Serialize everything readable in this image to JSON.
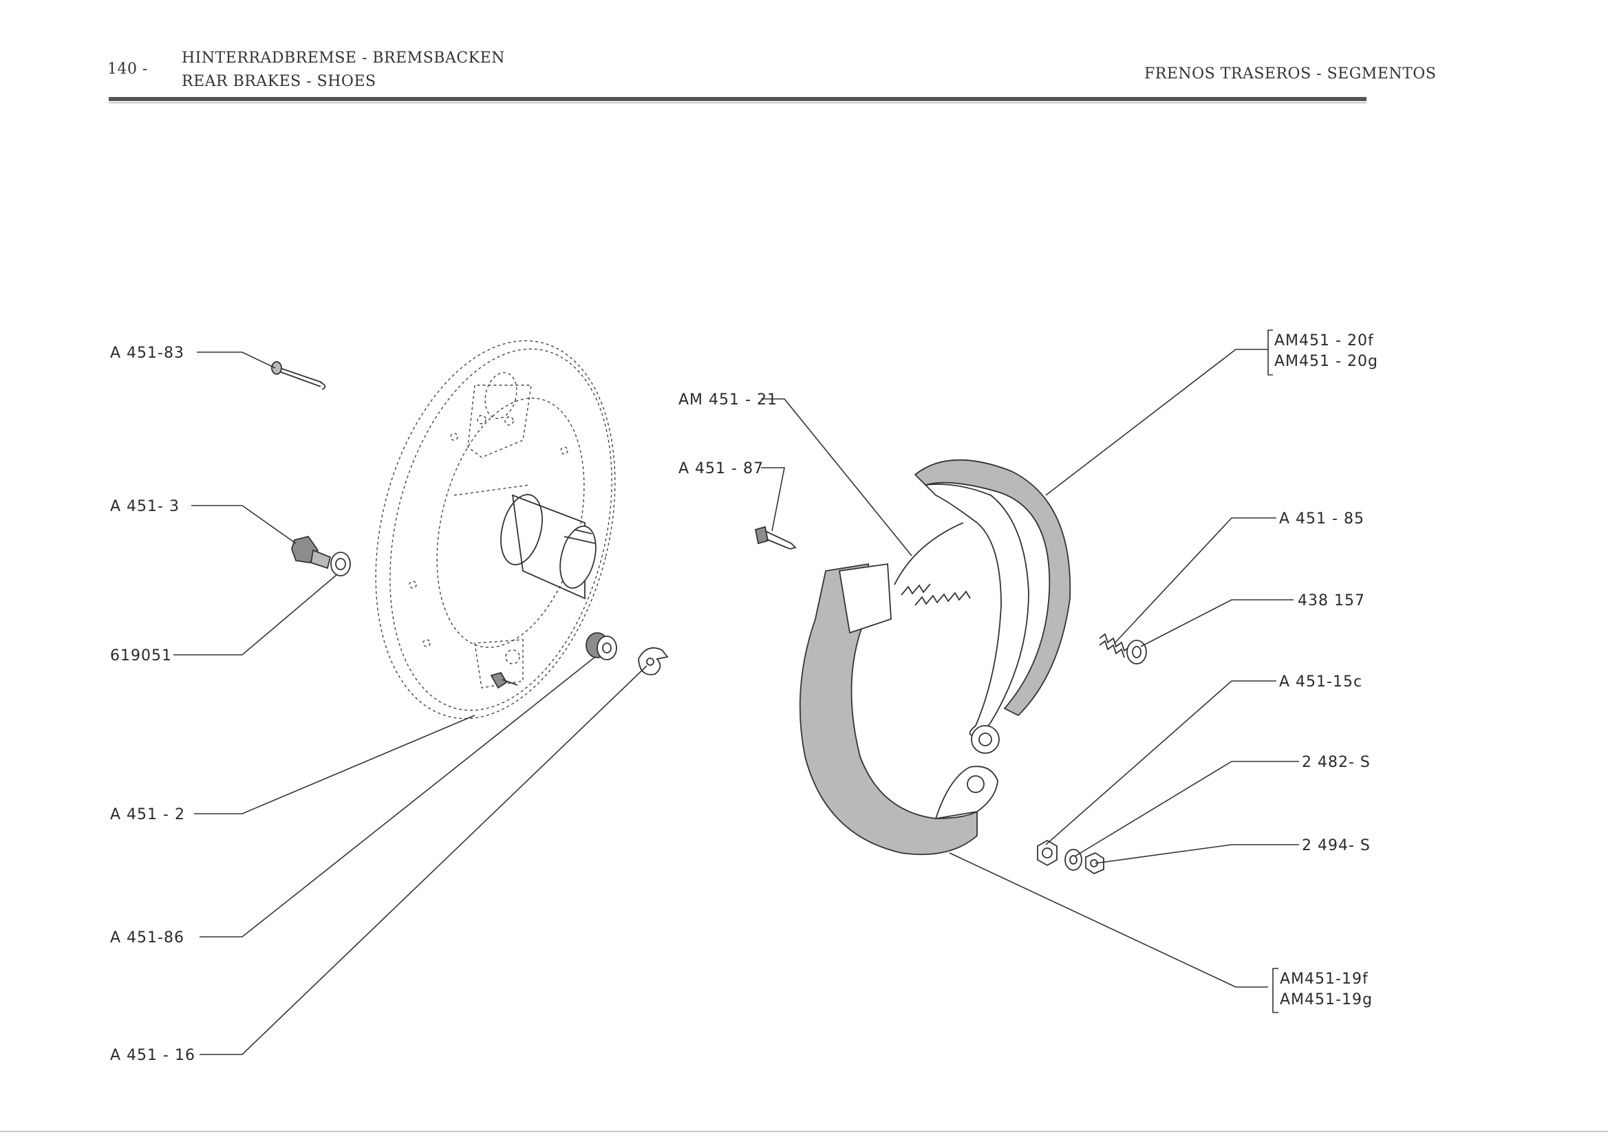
{
  "header": {
    "page_number": "140 -",
    "title_de": "HINTERRADBREMSE - BREMSBACKEN",
    "title_en": "REAR BRAKES - SHOES",
    "title_es": "FRENOS TRASEROS - SEGMENTOS"
  },
  "parts": {
    "a451_83": "A   451-83",
    "a451_3": "A   451- 3",
    "p619051": "619051",
    "a451_2": "A   451 - 2",
    "a451_86": "A   451-86",
    "a451_16": "A   451 - 16",
    "am451_21": "AM 451 - 21",
    "a451_87": "A   451 - 87",
    "am451_20f": "AM451 - 20f",
    "am451_20g": "AM451 - 20g",
    "a451_85": "A   451 - 85",
    "p438157": "438 157",
    "a451_15c": "A   451-15c",
    "p2482s": "2 482- S",
    "p2494s": "2 494- S",
    "am451_19f": "AM451-19f",
    "am451_19g": "AM451-19g"
  }
}
